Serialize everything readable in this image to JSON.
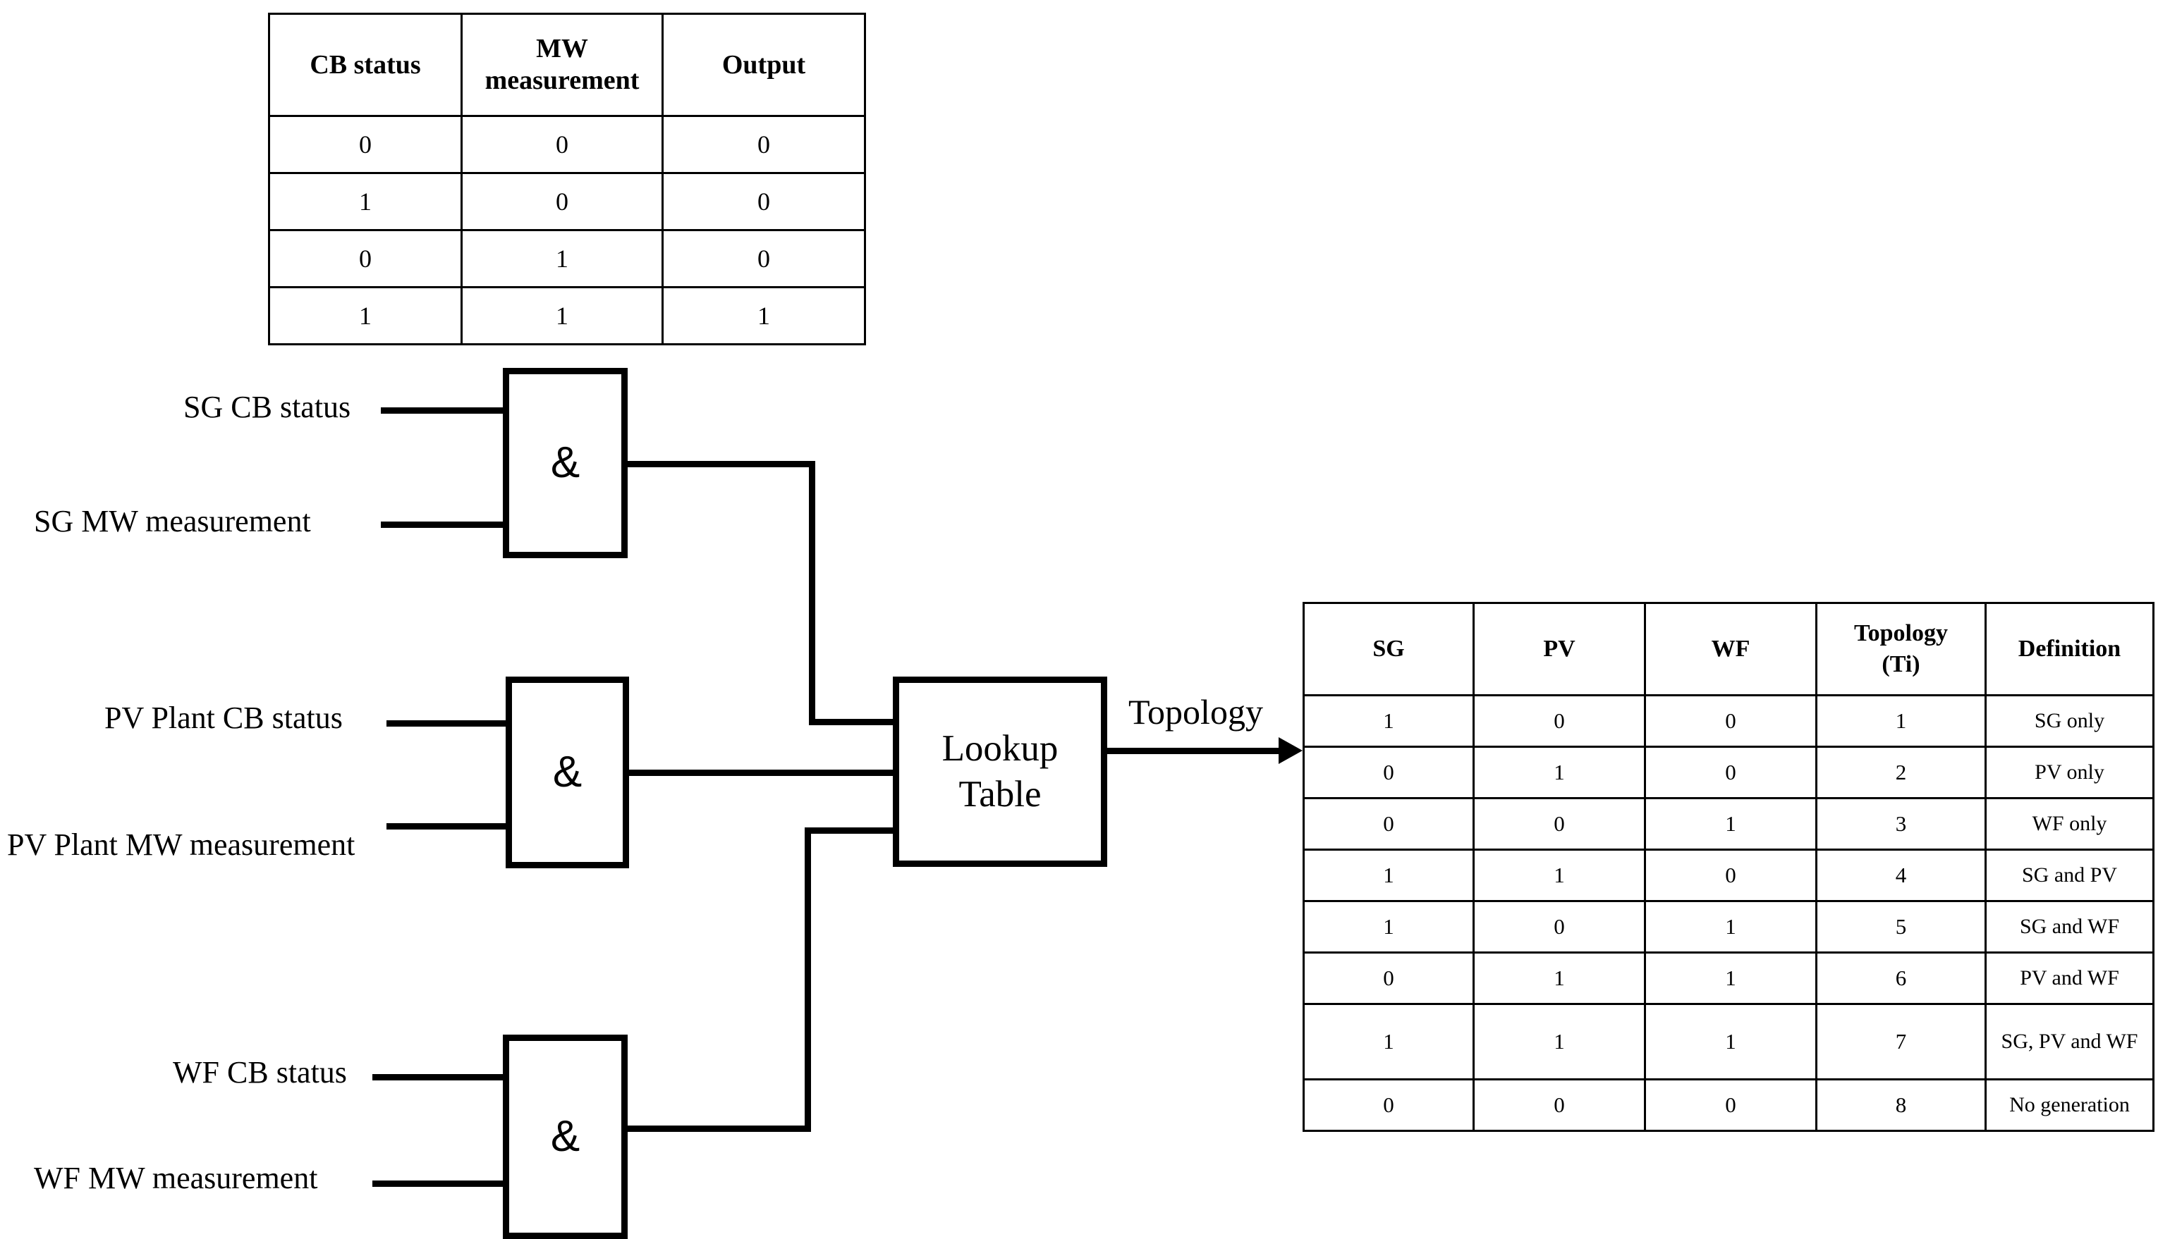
{
  "truth_table": {
    "headers": [
      "CB status",
      "MW measurement",
      "Output"
    ],
    "rows": [
      [
        "0",
        "0",
        "0"
      ],
      [
        "1",
        "0",
        "0"
      ],
      [
        "0",
        "1",
        "0"
      ],
      [
        "1",
        "1",
        "1"
      ]
    ]
  },
  "gates": {
    "sg": {
      "symbol": "&",
      "input_top": "SG CB status",
      "input_bottom": "SG MW measurement"
    },
    "pv": {
      "symbol": "&",
      "input_top": "PV Plant CB status",
      "input_bottom": "PV Plant MW measurement"
    },
    "wf": {
      "symbol": "&",
      "input_top": "WF CB status",
      "input_bottom": "WF MW measurement"
    }
  },
  "lookup": {
    "label": "Lookup Table",
    "output_label": "Topology"
  },
  "topology_table": {
    "headers": [
      "SG",
      "PV",
      "WF",
      "Topology (Ti)",
      "Definition"
    ],
    "header_topology_line1": "Topology",
    "header_topology_line2": "(Ti)",
    "rows": [
      {
        "sg": "1",
        "pv": "0",
        "wf": "0",
        "ti": "1",
        "definition": "SG only"
      },
      {
        "sg": "0",
        "pv": "1",
        "wf": "0",
        "ti": "2",
        "definition": "PV only"
      },
      {
        "sg": "0",
        "pv": "0",
        "wf": "1",
        "ti": "3",
        "definition": "WF only"
      },
      {
        "sg": "1",
        "pv": "1",
        "wf": "0",
        "ti": "4",
        "definition": "SG and PV"
      },
      {
        "sg": "1",
        "pv": "0",
        "wf": "1",
        "ti": "5",
        "definition": "SG and WF"
      },
      {
        "sg": "0",
        "pv": "1",
        "wf": "1",
        "ti": "6",
        "definition": "PV and WF"
      },
      {
        "sg": "1",
        "pv": "1",
        "wf": "1",
        "ti": "7",
        "definition": "SG, PV and WF"
      },
      {
        "sg": "0",
        "pv": "0",
        "wf": "0",
        "ti": "8",
        "definition": "No generation"
      }
    ]
  },
  "colors": {
    "line": "#000000",
    "background": "#ffffff",
    "text": "#000000"
  }
}
